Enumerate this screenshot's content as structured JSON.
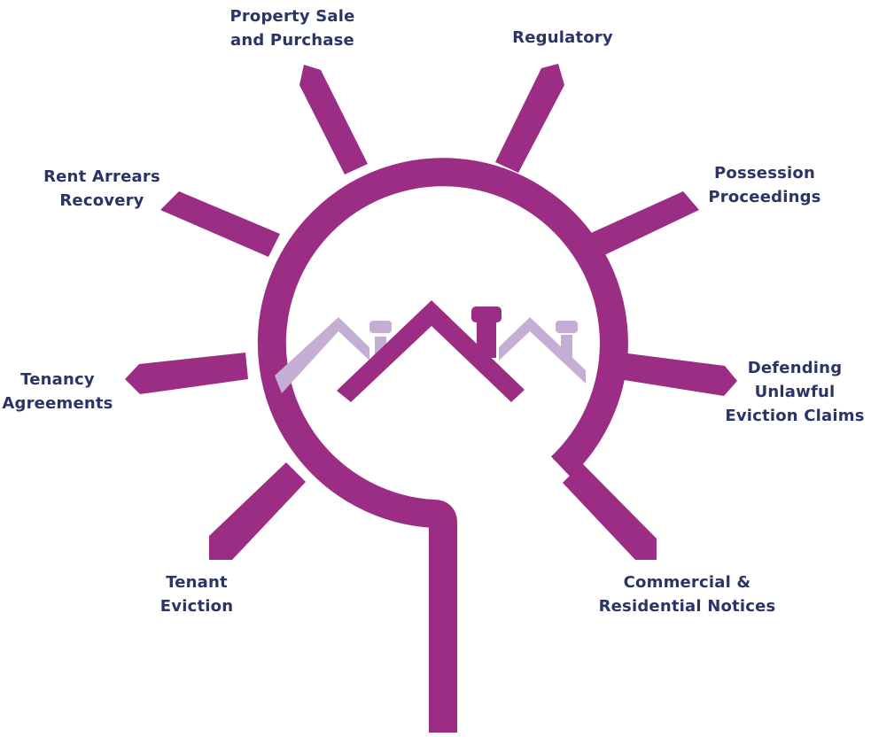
{
  "colors": {
    "primary": "#9b2d84",
    "house_light": "#c5aed3",
    "label_text": "#2b3466",
    "background": "#ffffff"
  },
  "services": {
    "property_sale": {
      "line1": "Property Sale",
      "line2": "and Purchase"
    },
    "regulatory": {
      "line1": "Regulatory"
    },
    "rent_arrears": {
      "line1": "Rent Arrears",
      "line2": "Recovery"
    },
    "possession": {
      "line1": "Possession",
      "line2": "Proceedings"
    },
    "tenancy": {
      "line1": "Tenancy",
      "line2": "Agreements"
    },
    "defending": {
      "line1": "Defending",
      "line2": "Unlawful",
      "line3": "Eviction Claims"
    },
    "tenant_eviction": {
      "line1": "Tenant",
      "line2": "Eviction"
    },
    "notices": {
      "line1": "Commercial &",
      "line2": "Residential Notices"
    }
  }
}
